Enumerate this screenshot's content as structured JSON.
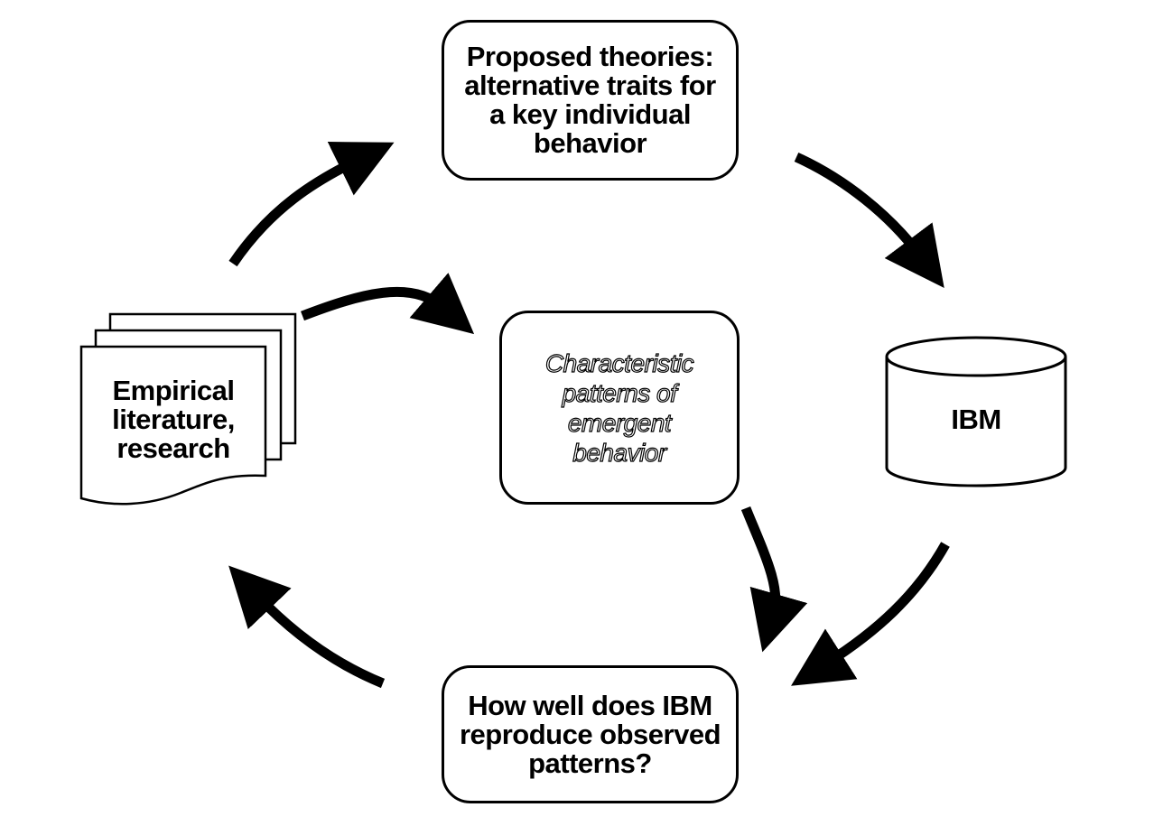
{
  "nodes": {
    "theories": "Proposed theories:\nalternative traits for\na key individual\nbehavior",
    "ibm": "IBM",
    "evaluation": "How well does IBM\nreproduce observed\npatterns?",
    "literature": "Empirical\nliterature,\nresearch",
    "patterns": "Characteristic\npatterns of\nemergent\nbehavior"
  },
  "colors": {
    "stroke": "#000000",
    "fill": "#ffffff"
  }
}
